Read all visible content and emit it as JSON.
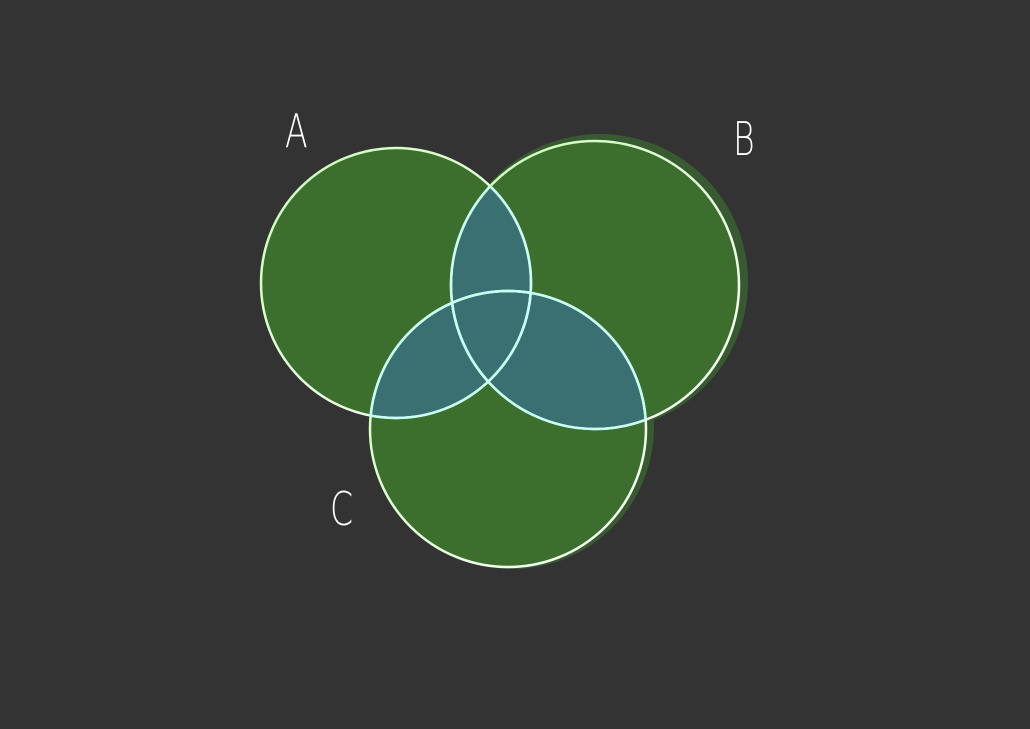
{
  "diagram": {
    "type": "venn",
    "background_color": "#333333",
    "fill_color": "#3c6e2e",
    "overlap_color": "#3b7072",
    "outline_color": "#e6ffe0",
    "sets": [
      {
        "id": "a",
        "label": "A"
      },
      {
        "id": "b",
        "label": "B"
      },
      {
        "id": "c",
        "label": "C"
      }
    ]
  }
}
